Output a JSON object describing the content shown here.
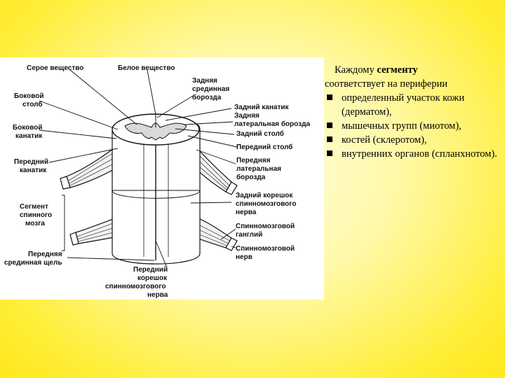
{
  "slide": {
    "intro_plain": "Каждому ",
    "intro_bold": "сегменту",
    "intro_rest": "соответствует на периферии",
    "items": [
      "определенный участок кожи (дерматом),",
      "мышечных групп (миотом),",
      "костей (склеротом),",
      "внутренних органов (спланхнотом)."
    ]
  },
  "figure": {
    "labels": {
      "grey_matter": "Серое вещество",
      "white_matter": "Белое вещество",
      "posterior_median_1": "Задняя",
      "posterior_median_2": "срединная",
      "posterior_median_3": "борозда",
      "lateral_column_1": "Боковой",
      "lateral_column_2": "столб",
      "posterior_funiculus": "Задний канатик",
      "posterolateral_1": "Задняя",
      "posterolateral_2": "латеральная борозда",
      "lateral_funiculus_1": "Боковой",
      "lateral_funiculus_2": "канатик",
      "posterior_column": "Задний столб",
      "anterior_column": "Передний столб",
      "anterior_funiculus_1": "Передний",
      "anterior_funiculus_2": "канатик",
      "anterolateral_1": "Передняя",
      "anterolateral_2": "латеральная",
      "anterolateral_3": "борозда",
      "segment_1": "Сегмент",
      "segment_2": "спинного",
      "segment_3": "мозга",
      "posterior_root_1": "Задний корешок",
      "posterior_root_2": "спинномозгового",
      "posterior_root_3": "нерва",
      "ganglion_1": "Спинномозговой",
      "ganglion_2": "ганглий",
      "anterior_median_1": "Передняя",
      "anterior_median_2": "срединная щель",
      "spinal_nerve_1": "Спинномозговой",
      "spinal_nerve_2": "нерв",
      "anterior_root_1": "Передний",
      "anterior_root_2": "корешок",
      "anterior_root_3": "спинномозгового",
      "anterior_root_4": "нерва"
    }
  }
}
